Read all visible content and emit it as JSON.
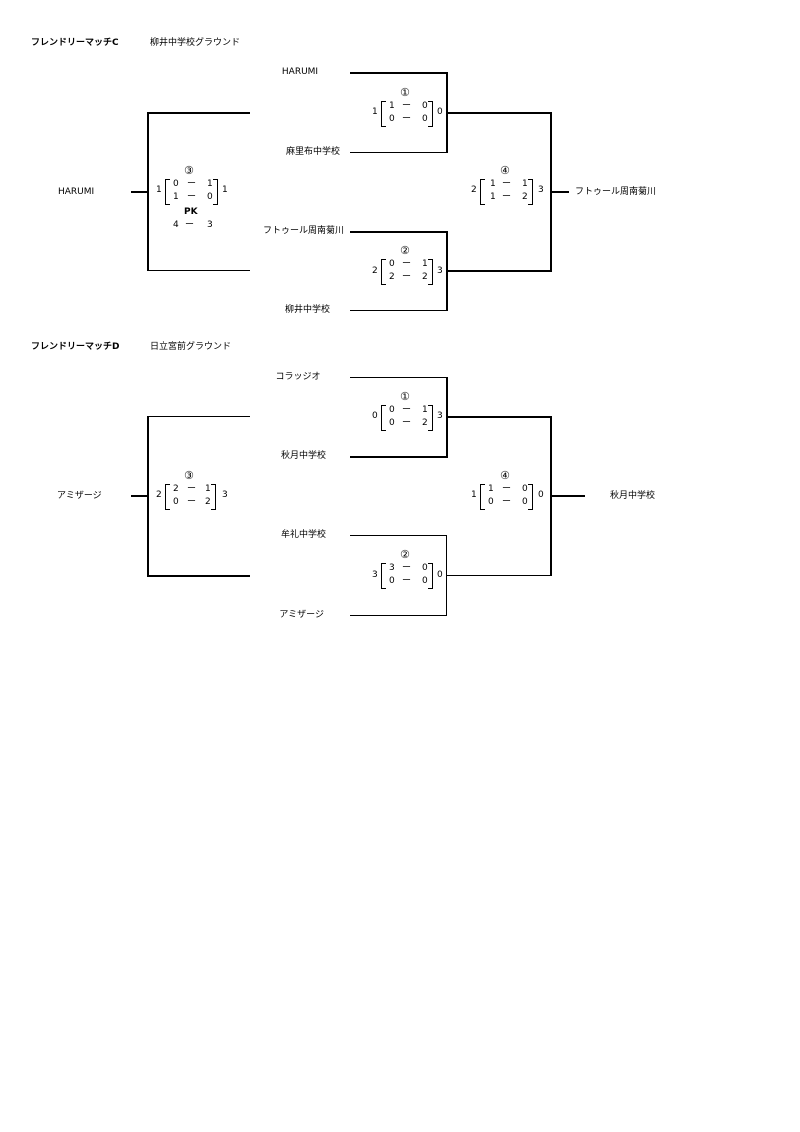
{
  "C": {
    "title": "フレンドリーマッチC",
    "venue": "柳井中学校グラウンド",
    "teams": [
      "HARUMI",
      "麻里布中学校",
      "フトゥール周南菊川",
      "柳井中学校"
    ],
    "m1": {
      "no": "①",
      "left": "1",
      "right": "0",
      "h1l": "1",
      "h1d": "ー",
      "h1r": "0",
      "h2l": "0",
      "h2d": "ー",
      "h2r": "0"
    },
    "m2": {
      "no": "②",
      "left": "2",
      "right": "3",
      "h1l": "0",
      "h1d": "ー",
      "h1r": "1",
      "h2l": "2",
      "h2d": "ー",
      "h2r": "2"
    },
    "m3": {
      "no": "③",
      "left": "1",
      "right": "1",
      "h1l": "0",
      "h1d": "ー",
      "h1r": "1",
      "h2l": "1",
      "h2d": "ー",
      "h2r": "0",
      "pk_label": "PK",
      "pk_l": "4",
      "pk_d": "ー",
      "pk_r": "3"
    },
    "m4": {
      "no": "④",
      "left": "2",
      "right": "3",
      "h1l": "1",
      "h1d": "ー",
      "h1r": "1",
      "h2l": "1",
      "h2d": "ー",
      "h2r": "2"
    },
    "winner_left": "HARUMI",
    "winner_right": "フトゥール周南菊川"
  },
  "D": {
    "title": "フレンドリーマッチD",
    "venue": "日立宮前グラウンド",
    "teams": [
      "コラッジオ",
      "秋月中学校",
      "牟礼中学校",
      "アミザージ"
    ],
    "m1": {
      "no": "①",
      "left": "0",
      "right": "3",
      "h1l": "0",
      "h1d": "ー",
      "h1r": "1",
      "h2l": "0",
      "h2d": "ー",
      "h2r": "2"
    },
    "m2": {
      "no": "②",
      "left": "3",
      "right": "0",
      "h1l": "3",
      "h1d": "ー",
      "h1r": "0",
      "h2l": "0",
      "h2d": "ー",
      "h2r": "0"
    },
    "m3": {
      "no": "③",
      "left": "2",
      "right": "3",
      "h1l": "2",
      "h1d": "ー",
      "h1r": "1",
      "h2l": "0",
      "h2d": "ー",
      "h2r": "2"
    },
    "m4": {
      "no": "④",
      "left": "1",
      "right": "0",
      "h1l": "1",
      "h1d": "ー",
      "h1r": "0",
      "h2l": "0",
      "h2d": "ー",
      "h2r": "0"
    },
    "winner_left": "アミザージ",
    "winner_right": "秋月中学校"
  }
}
